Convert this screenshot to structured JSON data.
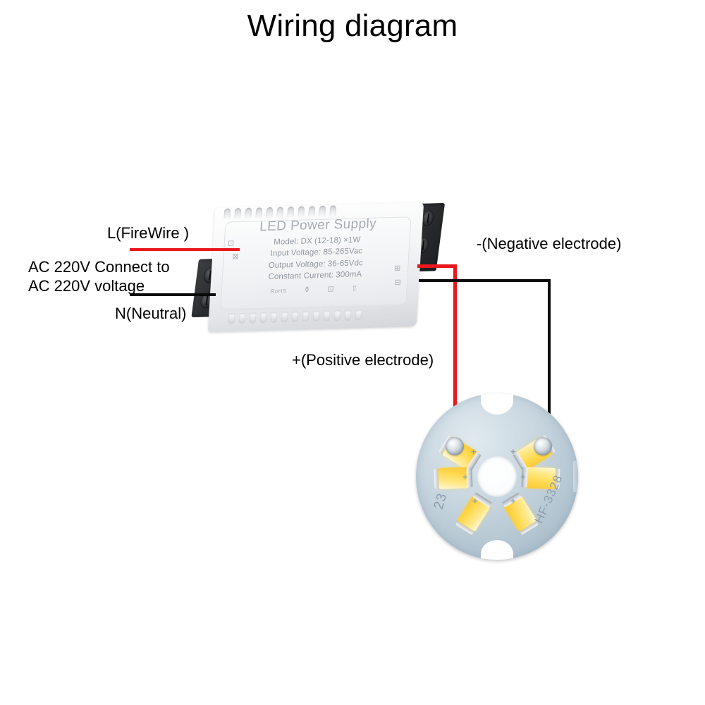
{
  "page": {
    "title": "Wiring diagram",
    "background_color": "#ffffff"
  },
  "colors": {
    "live_wire": "#e8181c",
    "neutral_wire": "#0a0a0a",
    "positive_wire": "#e8181c",
    "negative_wire": "#0a0a0a",
    "led_yellow": "#ffd74a",
    "pcb_blue_gray": "#b4c6d2",
    "text": "#000000"
  },
  "labels": {
    "live": "L(FireWire )",
    "neutral": "N(Neutral)",
    "ac_line1": "AC 220V  Connect to",
    "ac_line2": "AC 220V voltage",
    "negative": "-(Negative electrode)",
    "positive": "+(Positive electrode)"
  },
  "driver": {
    "title": "LED Power Supply",
    "model": "Model: DX (12-18) ×1W",
    "input_voltage": "Input Voltage: 85-265Vac",
    "output_voltage": "Output Voltage: 36-65Vdc",
    "constant_current": "Constant Current: 300mA",
    "rohs": "RoHS",
    "cert_marks": [
      "⚱",
      "⊡",
      "⇧"
    ],
    "side_marks": {
      "ce": "⊡",
      "n": "⊠",
      "box1": "⊞",
      "box2": "⊟"
    },
    "vent_count_top": 11,
    "vent_count_bottom": 13,
    "terminals": {
      "left_label": "AC input terminal block",
      "right_label": "DC output terminal block",
      "screw_count_left": 2,
      "screw_count_right": 2
    }
  },
  "led_board": {
    "led_count": 6,
    "silk_left": "23",
    "silk_right": "HF-3328",
    "pad_positive": "+",
    "pad_negative": "-",
    "polarity_marks": [
      "+",
      "+",
      "+",
      "+",
      "+",
      "+"
    ],
    "notch_count": 2,
    "center_hole": true
  },
  "wiring": {
    "connections": [
      {
        "from": "AC mains L (live)",
        "to": "driver AC input terminal",
        "color": "#e8181c"
      },
      {
        "from": "AC mains N (neutral)",
        "to": "driver AC input terminal",
        "color": "#0a0a0a"
      },
      {
        "from": "driver DC output +",
        "to": "LED board positive pad",
        "color": "#e8181c"
      },
      {
        "from": "driver DC output -",
        "to": "LED board negative pad",
        "color": "#0a0a0a"
      }
    ]
  }
}
